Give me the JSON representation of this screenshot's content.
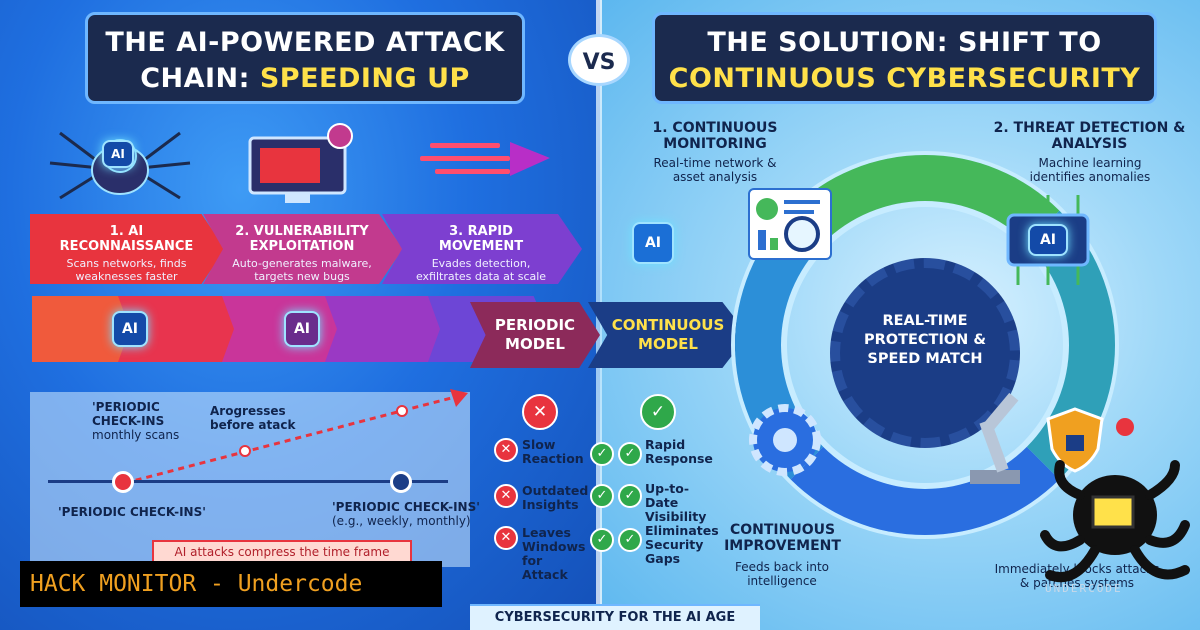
{
  "left_title": {
    "line1": "THE AI-POWERED ATTACK",
    "line2_prefix": "CHAIN: ",
    "line2_highlight": "SPEEDING UP"
  },
  "vs": "VS",
  "right_title": {
    "line1": "THE SOLUTION: SHIFT TO",
    "line2": "CONTINUOUS CYBERSECURITY"
  },
  "stages": [
    {
      "title": "1. AI RECONNAISSANCE",
      "desc": "Scans networks, finds weaknesses faster"
    },
    {
      "title": "2. VULNERABILITY EXPLOITATION",
      "desc": "Auto-generates malware, targets new bugs instantly."
    },
    {
      "title": "3. RAPID MOVEMENT",
      "desc": "Evades detection, exfiltrates data at scale"
    }
  ],
  "icon_labels": {
    "ai": "AI"
  },
  "models": {
    "periodic": "PERIODIC MODEL",
    "continuous": "CONTINUOUS MODEL"
  },
  "timeline": {
    "label1_title": "'PERIODIC CHECK-INS",
    "label1_sub": "monthly scans",
    "label2": "Arogresses before atack",
    "label3": "'PERIODIC CHECK-INS'",
    "label4_title": "'PERIODIC CHECK-INS'",
    "label4_sub": "(e.g., weekly, monthly)",
    "banner": "AI attacks compress the time frame"
  },
  "periodic_cons": [
    "Slow Reaction",
    "Outdated Insights",
    "Leaves Windows for Attack"
  ],
  "continuous_pros": [
    "Rapid Response",
    "Up-to-Date Visibility",
    "Eliminates Security Gaps"
  ],
  "status_symbols": {
    "bad": "✕",
    "good": "✓"
  },
  "steps": [
    {
      "title": "1. CONTINUOUS MONITORING",
      "desc": "Real-time network & asset analysis"
    },
    {
      "title": "2. THREAT DETECTION & ANALYSIS",
      "desc": "Machine learning identifies anomalies"
    },
    {
      "title": "CONTINUOUS IMPROVEMENT",
      "desc": "Feeds back into intelligence"
    },
    {
      "title": "",
      "desc": "Immediately blocks attacks & patches systems"
    }
  ],
  "core": "REAL-TIME PROTECTION & SPEED MATCH",
  "footer": "CYBERSECURITY FOR THE AI AGE",
  "watermark": "HACK MONITOR - Undercode",
  "logo_text": "UNDERCODE",
  "colors": {
    "attack_red": "#e8343e",
    "attack_magenta": "#c23a8e",
    "attack_purple": "#7d3fd0",
    "navy": "#1b3d86",
    "yellow": "#ffe14a",
    "green": "#2fa84a"
  }
}
